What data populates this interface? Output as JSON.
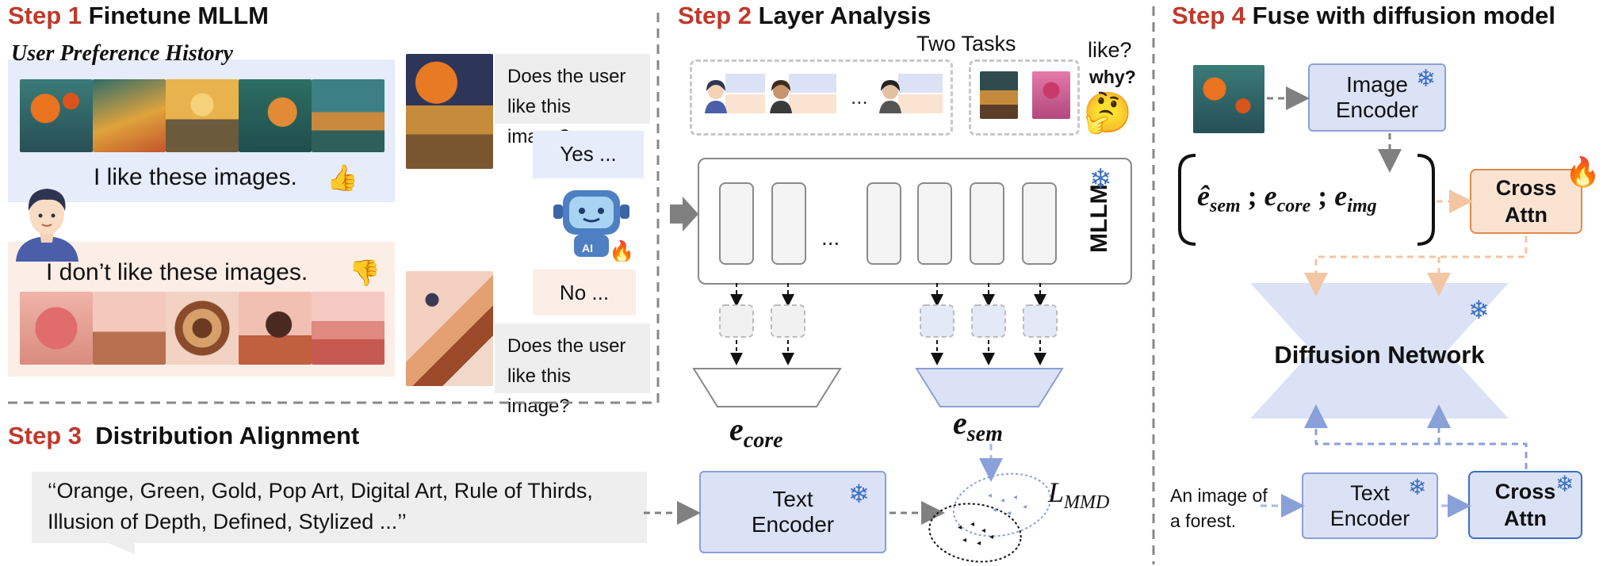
{
  "step1": {
    "num": "Step 1",
    "title": "Finetune MLLM",
    "history_label": "User Preference History",
    "like_text": "I like these images.",
    "dislike_text": "I don’t like these images.",
    "question_top": "Does the user like this image?",
    "question_bottom": "Does the user like this image?",
    "answer_yes": "Yes ...",
    "answer_no": "No ...",
    "robot_badge": "AI"
  },
  "step2": {
    "num": "Step 2",
    "title": "Layer Analysis",
    "two_tasks": "Two Tasks",
    "like_q": "like?",
    "why_q": "why?",
    "dots": "...",
    "mllm_label": "MLLM",
    "e_core": "e",
    "e_core_sub": "core",
    "e_sem": "e",
    "e_sem_sub": "sem"
  },
  "step3": {
    "num": "Step 3",
    "title": "Distribution Alignment",
    "prompt": "‘‘Orange, Green, Gold, Pop Art, Digital Art, Rule of Thirds, Illusion of Depth, Defined, Stylized ...’’",
    "text_encoder": "Text Encoder",
    "loss": "L",
    "loss_sub": "MMD"
  },
  "step4": {
    "num": "Step 4",
    "title": "Fuse with diffusion model",
    "image_encoder": "Image Encoder",
    "cross_attn_top": "Cross Attn",
    "diffusion": "Diffusion Network",
    "text_encoder": "Text Encoder",
    "cross_attn_bottom": "Cross Attn",
    "prompt": "An image of a forest.",
    "embedding": {
      "sem": "ê",
      "sem_sub": "sem",
      "core": "e",
      "core_sub": "core",
      "img": "e",
      "img_sub": "img",
      "sep": ";"
    }
  },
  "colors": {
    "step_red": "#c0392b",
    "blue_fill": "#dbe2f6",
    "blue_stroke": "#8aa0d8",
    "orange_fill": "#fbe3d2",
    "orange_stroke": "#e08a4a",
    "like_bg": "#e6ecf9",
    "dislike_bg": "#fbeee6"
  },
  "icons": [
    "thumbs-up-icon",
    "thumbs-down-icon",
    "user-avatar-icon",
    "robot-icon",
    "fire-icon",
    "snowflake-icon",
    "thinking-face-icon"
  ]
}
